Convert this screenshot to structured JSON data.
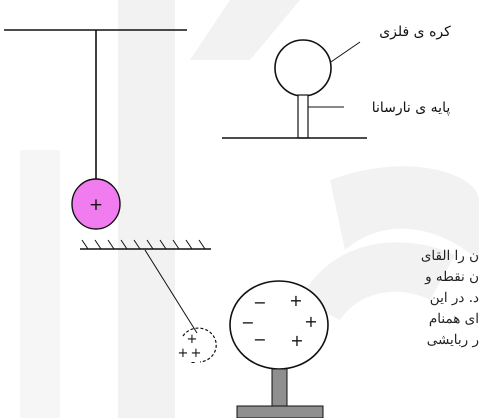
{
  "labels": {
    "metal_sphere": "کره ی فلزی",
    "insulating_stand": "پایه ی نارسانا"
  },
  "charges": {
    "pendulum_ball": "+",
    "zoom_inset": [
      "+",
      "+",
      "+",
      "-"
    ],
    "conductor_sphere": [
      "−",
      "+",
      "−",
      "+",
      "−",
      "+"
    ]
  },
  "body_text_lines": [
    "ن را القای",
    "ن نقطه و",
    "د. در این",
    "ای همنام",
    "ر ربایشی"
  ],
  "colors": {
    "pendulum_ball_fill": "#f07cf0",
    "watermark_gray": "#f1f1f1",
    "stand_gray": "#8f8f8f",
    "line": "#111111"
  }
}
